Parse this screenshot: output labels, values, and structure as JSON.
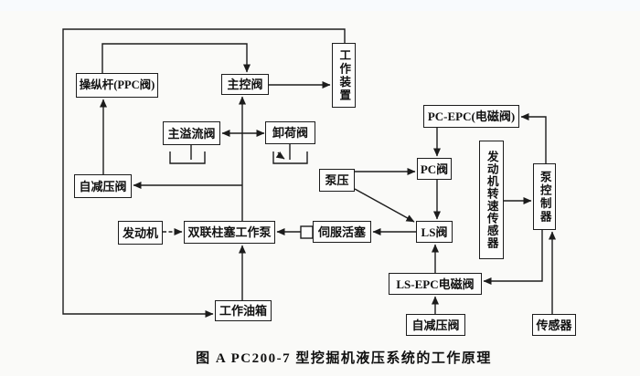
{
  "figure": {
    "caption": "图  A   PC200-7 型挖掘机液压系统的工作原理"
  },
  "colors": {
    "ink": "#1c1c1c",
    "paper": "#fafaf8",
    "box_fill": "#fdfdfc"
  },
  "nodes": {
    "lever": {
      "label": "操纵杆(PPC阀)"
    },
    "main_control_valve": {
      "label": "主控阀"
    },
    "work_device": {
      "label": "工作装置"
    },
    "main_relief_valve": {
      "label": "主溢流阀"
    },
    "unloading_valve": {
      "label": "卸荷阀"
    },
    "self_reducing_valve_left": {
      "label": "自减压阀"
    },
    "engine": {
      "label": "发动机"
    },
    "tandem_piston_pump": {
      "label": "双联柱塞工作泵"
    },
    "work_oil_tank": {
      "label": "工作油箱"
    },
    "pump_pressure": {
      "label": "泵压"
    },
    "pc_epc_valve": {
      "label": "PC-EPC(电磁阀)"
    },
    "pc_valve": {
      "label": "PC阀"
    },
    "ls_valve": {
      "label": "LS阀"
    },
    "servo_piston": {
      "label": "伺服活塞"
    },
    "ls_epc_valve": {
      "label": "LS-EPC电磁阀"
    },
    "self_reducing_valve_right": {
      "label": "自减压阀"
    },
    "engine_speed_sensor": {
      "label": "发动机转速传感器"
    },
    "pump_controller": {
      "label": "泵控制器"
    },
    "sensor": {
      "label": "传感器"
    }
  }
}
